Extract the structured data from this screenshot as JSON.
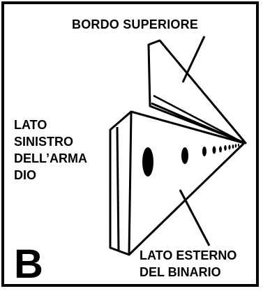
{
  "panel_letter": "B",
  "labels": {
    "top_edge": "BORDO SUPERIORE",
    "cabinet_side": [
      "LATO",
      "SINISTRO",
      "DELL’ARMA",
      "DIO"
    ],
    "rail_outer_side": [
      "LATO ESTERNO",
      "DEL BINARIO"
    ]
  },
  "colors": {
    "ink": "#000000",
    "paper": "#ffffff"
  }
}
